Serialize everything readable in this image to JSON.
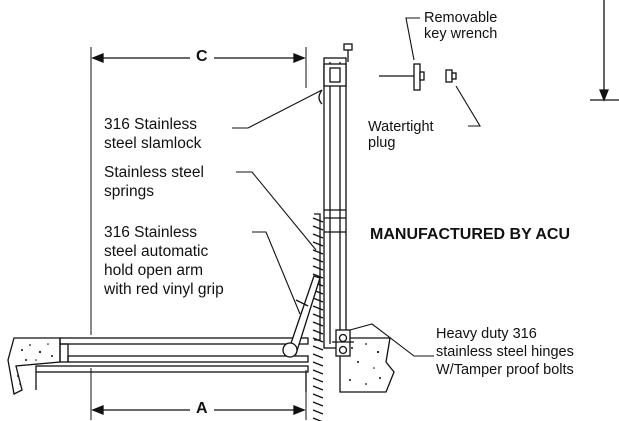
{
  "dimensions": {
    "c": "C",
    "a": "A"
  },
  "labels": {
    "removable_key_wrench": "Removable\nkey wrench",
    "slamlock": "316 Stainless\nsteel slamlock",
    "springs": "Stainless steel\nsprings",
    "hold_open_arm": "316 Stainless\nsteel automatic\nhold open arm\nwith red vinyl grip",
    "watertight_plug": "Watertight\nplug",
    "hinges": "Heavy duty 316\nstainless steel hinges\nW/Tamper proof bolts"
  },
  "manufacturer_text": "MANUFACTURED BY ACU"
}
